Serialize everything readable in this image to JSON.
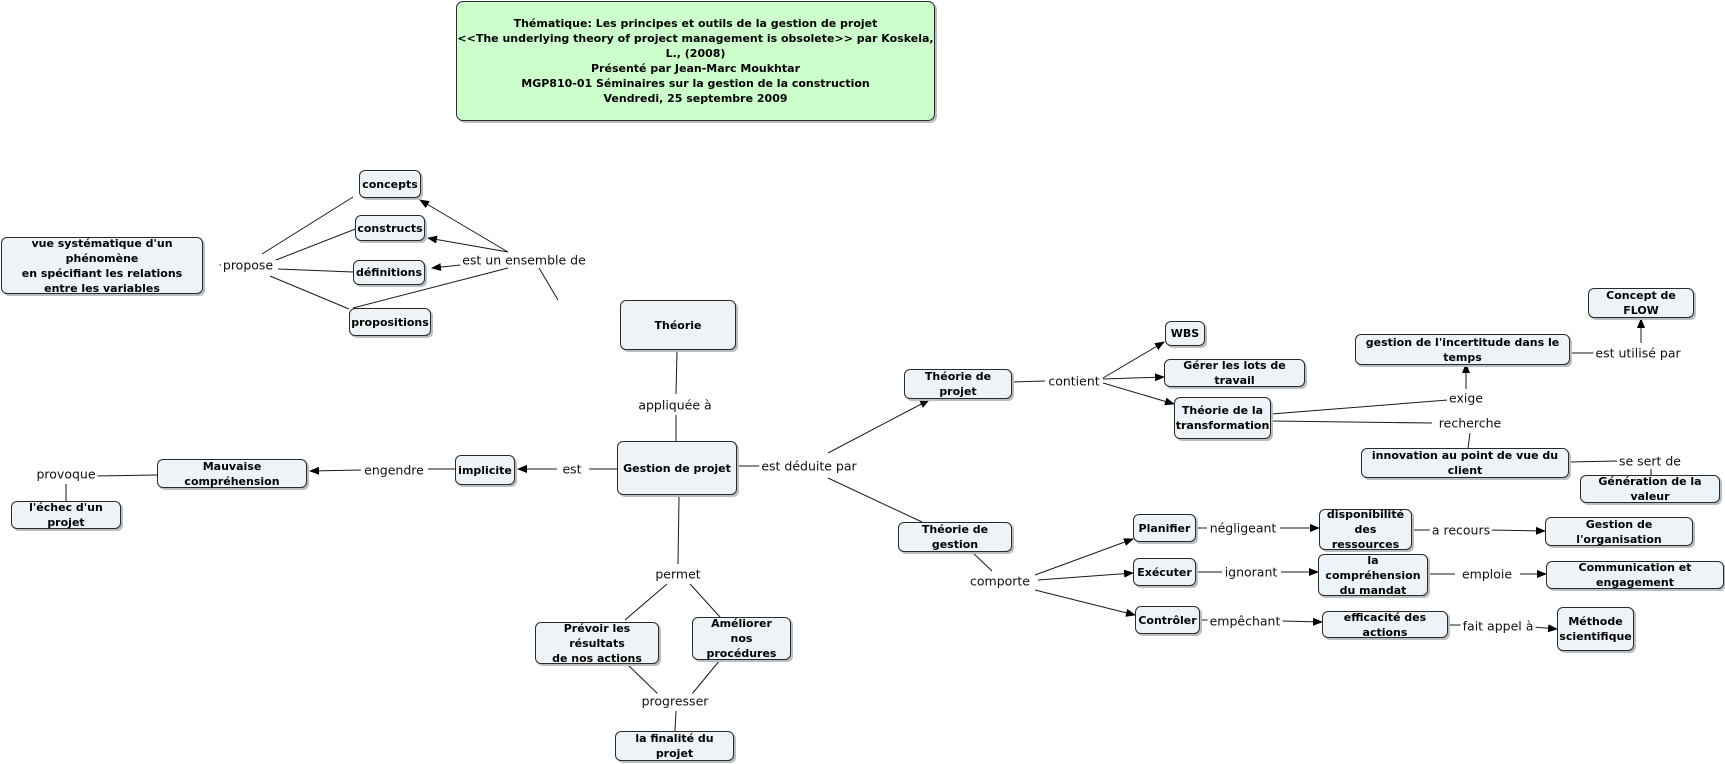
{
  "title": {
    "lines": [
      "Thématique: Les principes et outils de la gestion de projet",
      "<<The underlying theory of project management is obsolete>> par Koskela, L., (2008)",
      "Présenté par Jean-Marc Moukhtar",
      "MGP810-01 Séminaires sur la gestion de la construction",
      "Vendredi, 25 septembre 2009"
    ]
  },
  "nodes": {
    "concepts": "concepts",
    "constructs": "constructs",
    "definitions": "définitions",
    "propositions": "propositions",
    "vue": "vue systématique d'un phénomène\nen spécifiant les relations\nentre les variables",
    "theorie": "Théorie",
    "gestion": "Gestion de projet",
    "implicite": "implicite",
    "mauvaise": "Mauvaise compréhension",
    "echec": "l'échec d'un projet",
    "prevoir": "Prévoir les résultats\nde nos actions",
    "ameliorer": "Améliorer\nnos procédures",
    "finalite": "la finalité du projet",
    "theorie_projet": "Théorie de projet",
    "wbs": "WBS",
    "lots": "Gérer les lots de travail",
    "transformation": "Théorie de la\ntransformation",
    "incertitude": "gestion de l'incertitude dans le temps",
    "flow": "Concept de FLOW",
    "innovation": "innovation au point de vue du client",
    "valeur": "Génération de la valeur",
    "theorie_gestion": "Théorie de gestion",
    "planifier": "Planifier",
    "executer": "Exécuter",
    "controler": "Contrôler",
    "disponibilite": "disponibilité\ndes ressources",
    "comprehension": "la compréhension\ndu mandat",
    "efficacite": "efficacité des actions",
    "organisation": "Gestion de l'organisation",
    "communication": "Communication et engagement",
    "methode": "Méthode\nscientifique"
  },
  "links": {
    "est_ensemble": "est un ensemble de",
    "propose": "propose",
    "appliquee": "appliquée à",
    "est": "est",
    "engendre": "engendre",
    "provoque": "provoque",
    "permet": "permet",
    "progresser": "progresser",
    "deduite": "est déduite par",
    "contient": "contient",
    "exige": "exige",
    "recherche": "recherche",
    "utilise": "est utilisé par",
    "sert": "se sert de",
    "comporte": "comporte",
    "negligeant": "négligeant",
    "ignorant": "ignorant",
    "empechant": "empêchant",
    "recours": "a recours",
    "emploie": "emploie",
    "appel": "fait appel à"
  },
  "colors": {
    "title_background": "#ccffcc",
    "node_background": "#edf3f6",
    "border": "#2a2a2a",
    "line": "#1a1a1a"
  }
}
